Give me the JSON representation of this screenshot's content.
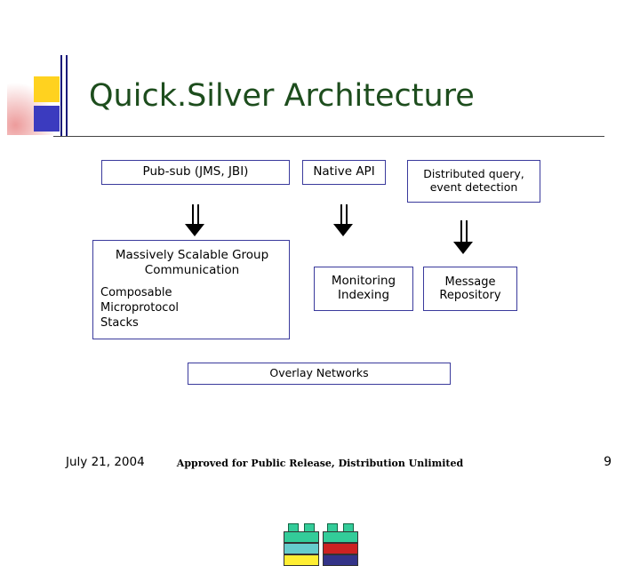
{
  "slide": {
    "title": "Quick.Silver Architecture",
    "boxes": {
      "pubsub": "Pub-sub (JMS, JBI)",
      "native_api": "Native API",
      "distributed_query": "Distributed query, event detection",
      "group_comm_title": "Massively Scalable Group Communication",
      "group_comm_sub": "Composable Microprotocol Stacks",
      "monitoring": "Monitoring Indexing",
      "message_repository": "Message Repository",
      "overlay_networks": "Overlay Networks"
    },
    "arrows": [
      {
        "name": "arrow-pubsub-to-group"
      },
      {
        "name": "arrow-native-to-monitoring"
      },
      {
        "name": "arrow-distquery-to-repository"
      }
    ],
    "lego": {
      "left_colors": [
        "#33cc99",
        "#66cccc",
        "#ffee33"
      ],
      "right_colors": [
        "#33cc99",
        "#cc2222",
        "#333388"
      ],
      "stud_color": "#33cc99"
    },
    "footer": {
      "date": "July 21, 2004",
      "notice": "Approved for Public Release, Distribution Unlimited",
      "page": "9"
    },
    "colors": {
      "title": "#1d4d1d",
      "box_border": "#3a3a9c",
      "logo_yellow": "#ffd21f",
      "logo_blue": "#3b3bbf",
      "logo_pink": "#ec9696"
    }
  }
}
